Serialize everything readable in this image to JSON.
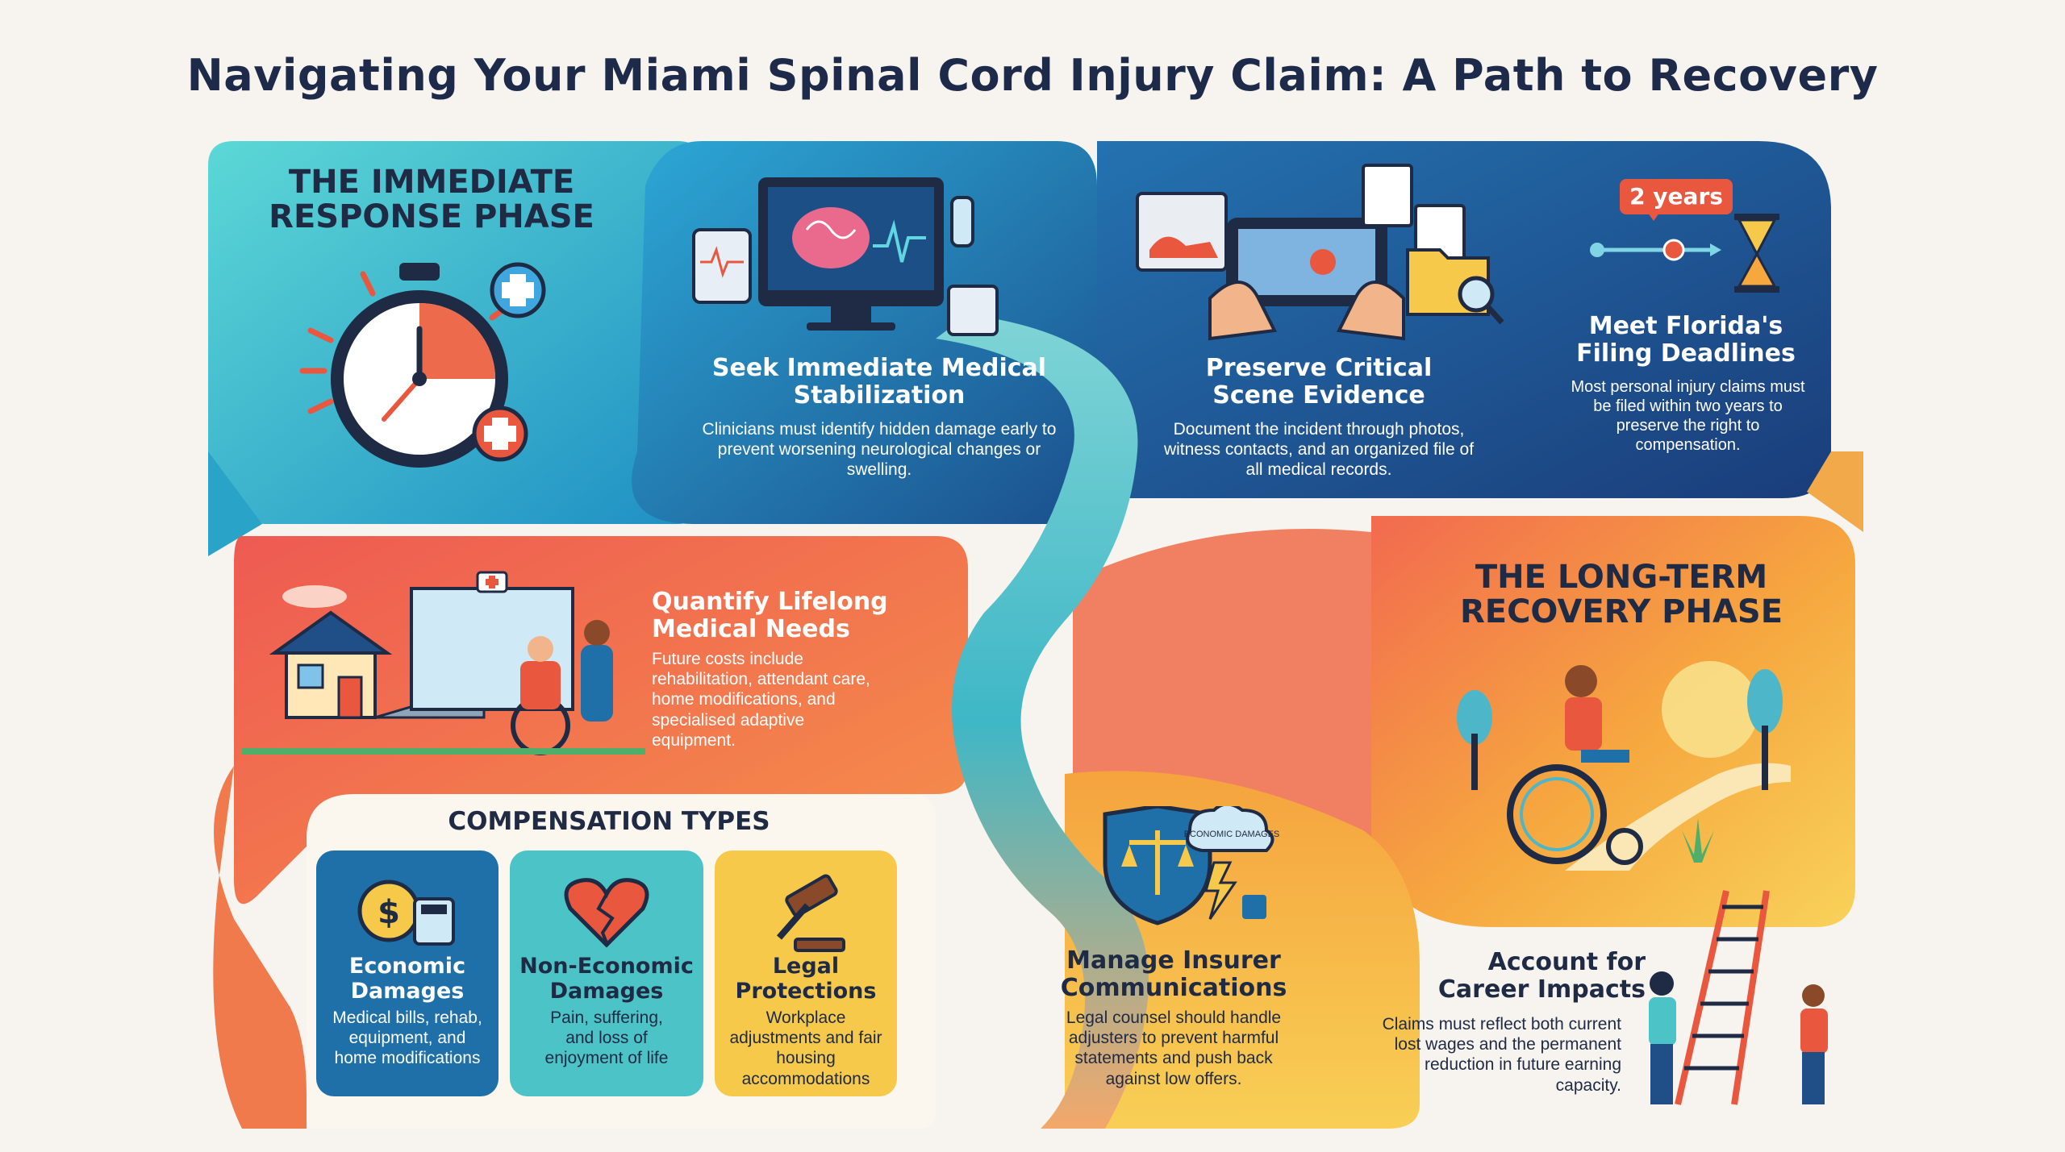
{
  "title": "Navigating Your Miami Spinal Cord Injury Claim: A Path to Recovery",
  "phases": {
    "immediate": "THE IMMEDIATE RESPONSE PHASE",
    "longterm": "THE LONG-TERM RECOVERY PHASE"
  },
  "steps": {
    "medical": {
      "heading": "Seek Immediate Medical Stabilization",
      "text": "Clinicians must identify hidden damage early to prevent worsening neurological changes or swelling."
    },
    "evidence": {
      "heading": "Preserve Critical Scene Evidence",
      "text": "Document the incident through photos, witness contacts, and an organized file of all medical records."
    },
    "deadline": {
      "badge": "2 years",
      "heading": "Meet Florida's Filing Deadlines",
      "text": "Most personal injury claims must be filed within two years to preserve the right to compensation."
    },
    "needs": {
      "heading": "Quantify Lifelong Medical Needs",
      "text": "Future costs include rehabilitation, attendant care, home modifications, and specialised adaptive equipment."
    },
    "insurer": {
      "heading": "Manage Insurer Communications",
      "text": "Legal counsel should handle adjusters to prevent harmful statements and push back against low offers.",
      "cloud_label": "ECONOMIC DAMAGES"
    },
    "career": {
      "heading": "Account for Career Impacts",
      "text": "Claims must reflect both current lost wages and the permanent reduction in future earning capacity."
    }
  },
  "compensation": {
    "title": "COMPENSATION TYPES",
    "cards": [
      {
        "title": "Economic Damages",
        "text": "Medical bills, rehab, equipment, and home modifications",
        "color": "#1f6fa8"
      },
      {
        "title": "Non-Economic Damages",
        "text": "Pain, suffering, and loss of enjoyment of life",
        "color": "#4cc3c7"
      },
      {
        "title": "Legal Protections",
        "text": "Workplace adjustments and fair housing accommodations",
        "color": "#f6c94a"
      }
    ]
  },
  "colors": {
    "navy": "#1d2a4a",
    "teal": "#2fc0d0",
    "blue": "#1f5e98",
    "coral": "#ef6a4f",
    "orange": "#f5a33e",
    "yellow": "#f6c94a"
  }
}
